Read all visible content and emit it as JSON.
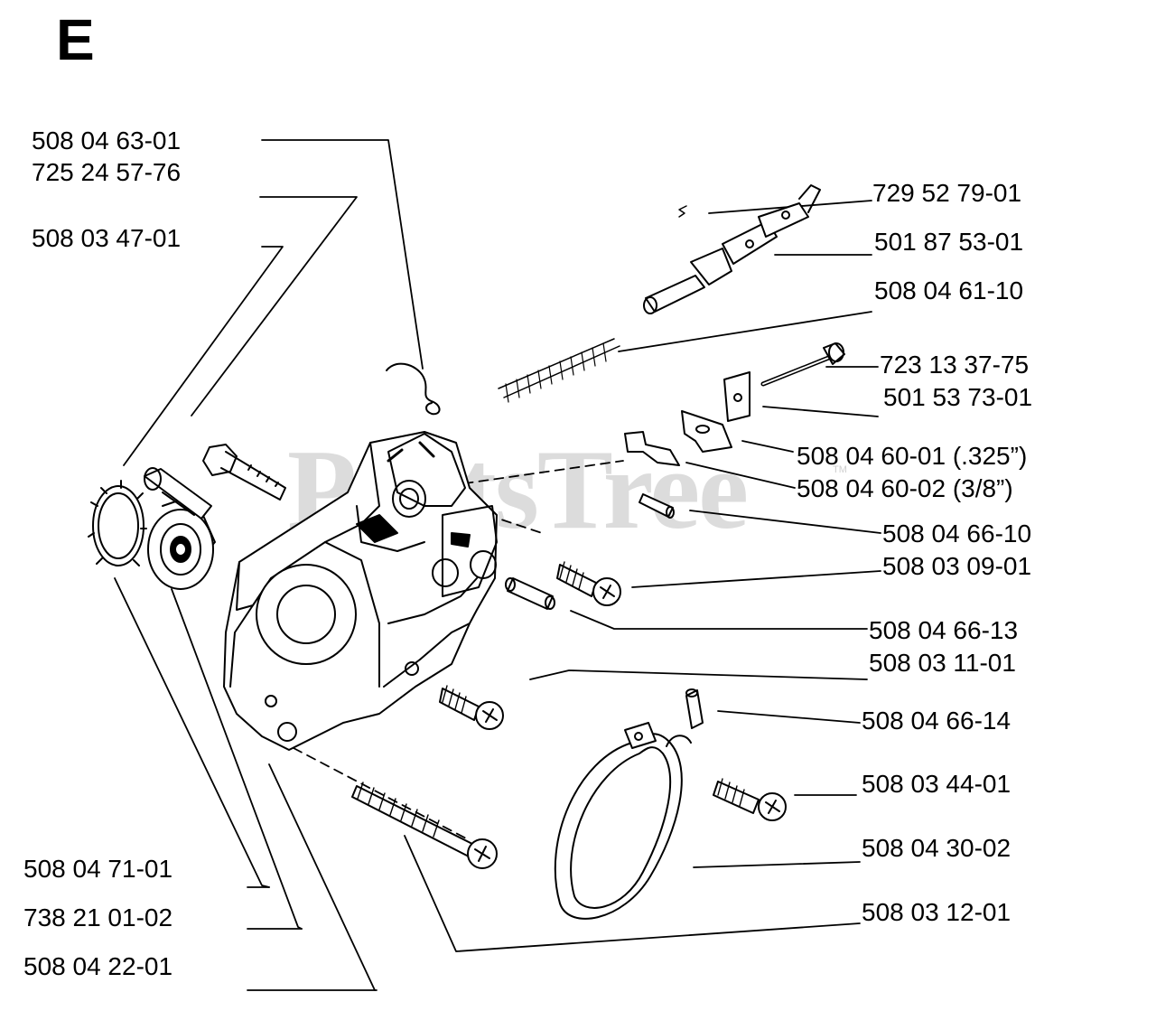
{
  "section": {
    "letter": "E"
  },
  "watermark": {
    "text": "PartsTree",
    "tm": "TM"
  },
  "part_numbers": {
    "p1": "508 04 63-01",
    "p2": "725 24 57-76",
    "p3": "508 03 47-01",
    "p4": "729 52 79-01",
    "p5": "501 87 53-01",
    "p6": "508 04 61-10",
    "p7": "723 13 37-75",
    "p8": "501 53 73-01",
    "p9": "508 04 60-01 (.325”)",
    "p10": "508 04 60-02 (3/8”)",
    "p11": "508 04 66-10",
    "p12": "508 03 09-01",
    "p13": "508 04 66-13",
    "p14": "508 03 11-01",
    "p15": "508 04 66-14",
    "p16": "508 03 44-01",
    "p17": "508 04 30-02",
    "p18": "508 03 12-01",
    "p19": "508 04 71-01",
    "p20": "738 21 01-02",
    "p21": "508 04 22-01"
  }
}
